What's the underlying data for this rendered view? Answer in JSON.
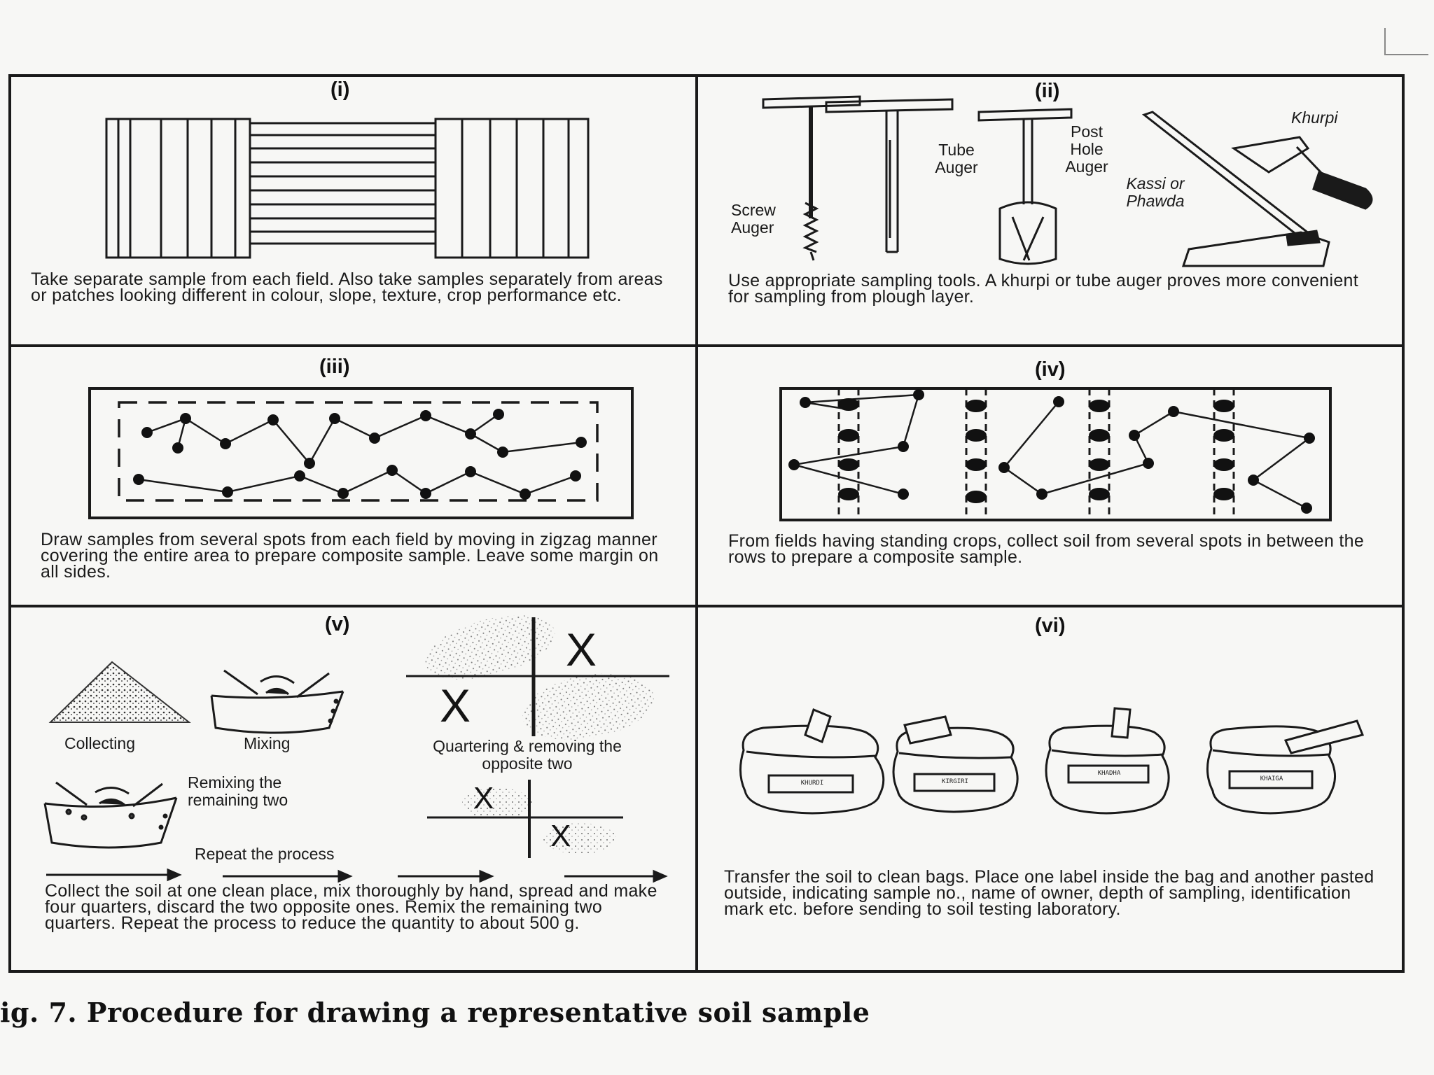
{
  "figure": {
    "caption": "ig. 7. Procedure for drawing a representative soil sample"
  },
  "panels": [
    {
      "id": "i",
      "number": "(i)",
      "description": "Take separate sample from each field. Also take samples separately from areas or patches looking different in colour, slope, texture, crop performance etc."
    },
    {
      "id": "ii",
      "number": "(ii)",
      "description": "Use appropriate sampling tools. A khurpi or tube auger proves more convenient for sampling from plough layer.",
      "tools": {
        "screw_auger": "Screw Auger",
        "tube_auger": "Tube Auger",
        "post_hole_auger": "Post Hole Auger",
        "kassi": "Kassi or Phawda",
        "khurpi": "Khurpi"
      }
    },
    {
      "id": "iii",
      "number": "(iii)",
      "description": "Draw samples from several spots from each field by moving in zigzag manner covering the entire area to prepare composite sample. Leave some margin on all sides."
    },
    {
      "id": "iv",
      "number": "(iv)",
      "description": "From fields having standing crops, collect soil from several spots in between the rows to prepare a composite sample."
    },
    {
      "id": "v",
      "number": "(v)",
      "description": "Collect the soil at one clean place, mix thoroughly by hand, spread and make four quarters, discard the two opposite ones. Remix the remaining two quarters. Repeat the process to reduce the quantity to about 500 g.",
      "steps": {
        "collecting": "Collecting",
        "mixing": "Mixing",
        "quartering": "Quartering & removing the opposite two",
        "remixing": "Remixing the remaining two",
        "repeat": "Repeat the process"
      },
      "quarter_mark": "X"
    },
    {
      "id": "vi",
      "number": "(vi)",
      "description": "Transfer the soil to clean bags. Place one label inside the bag and another pasted outside, indicating sample no., name of owner, depth of sampling, identification mark etc. before sending to soil testing laboratory.",
      "bags": [
        {
          "label": "KHURDI"
        },
        {
          "label": "KIRGIRI"
        },
        {
          "label": "KHADHA"
        },
        {
          "label": "KHAIGA"
        }
      ]
    }
  ]
}
